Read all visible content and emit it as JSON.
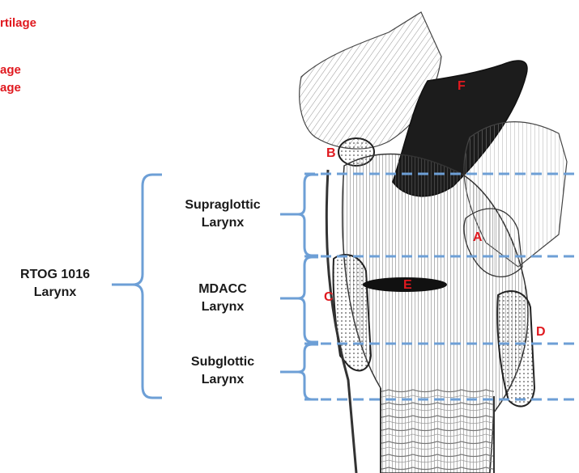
{
  "legend_items": [
    "rtilage",
    "age",
    "age"
  ],
  "regions": {
    "main": [
      "RTOG 1016",
      "Larynx"
    ],
    "supraglottic": [
      "Supraglottic",
      "Larynx"
    ],
    "mdacc": [
      "MDACC",
      "Larynx"
    ],
    "subglottic": [
      "Subglottic",
      "Larynx"
    ]
  },
  "letters": {
    "a": "A",
    "b": "B",
    "c": "C",
    "d": "D",
    "e": "E",
    "f": "F"
  },
  "colors": {
    "bracket": "#6d9fd6",
    "letter": "#e0191f",
    "text": "#1a1a1a",
    "ink": "#2b2b2b"
  }
}
